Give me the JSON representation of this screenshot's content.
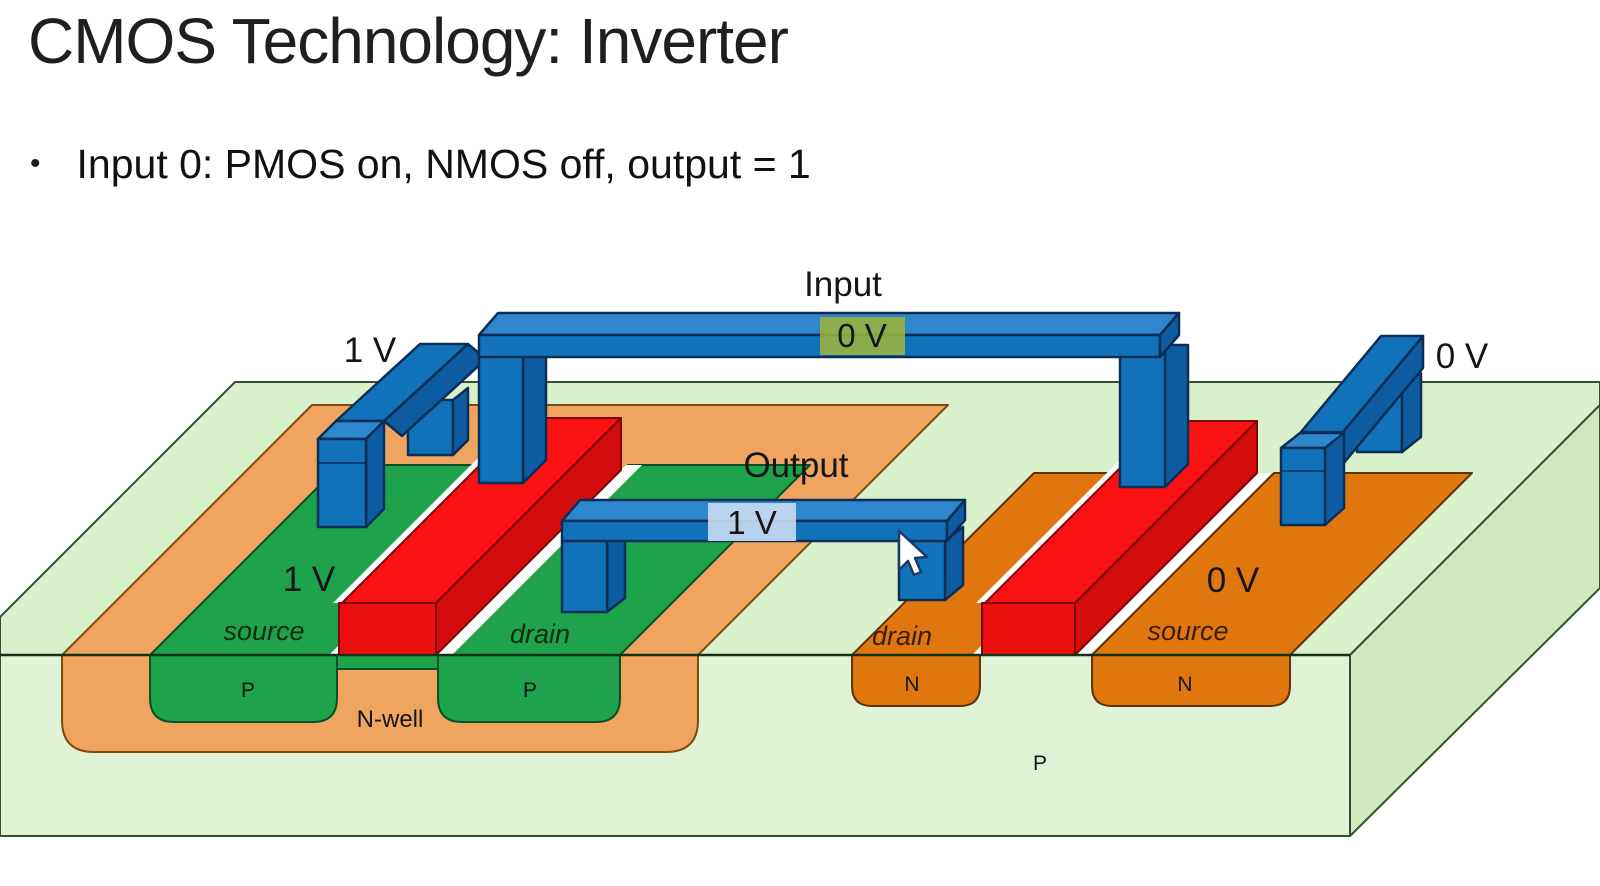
{
  "slide": {
    "title": "CMOS Technology: Inverter",
    "bullet_marker": "•",
    "bullet": "Input 0: PMOS on, NMOS off, output = 1"
  },
  "diagram": {
    "labels": {
      "input": "Input",
      "input_value": "0 V",
      "output": "Output",
      "output_value": "1 V",
      "vdd": "1 V",
      "gnd": "0 V",
      "pmos_source_v": "1 V",
      "pmos_source": "source",
      "pmos_drain": "drain",
      "pmos_p_source": "P",
      "pmos_p_drain": "P",
      "nwell": "N-well",
      "nmos_drain": "drain",
      "nmos_source": "source",
      "nmos_source_v": "0 V",
      "nmos_n_drain": "N",
      "nmos_n_source": "N",
      "substrate": "P"
    },
    "colors": {
      "substrate_top": "#d9f1cb",
      "substrate_front": "#dff4d6",
      "substrate_side": "#cfeabf",
      "nwell": "#efa55f",
      "p_diff": "#1ea24c",
      "n_diff": "#e0760e",
      "gate_top": "#fa1212",
      "gate_front": "#ec0f0f",
      "gate_side": "#d30c0c",
      "metal_top": "#2e86cd",
      "metal_front": "#1172ba",
      "metal_side": "#0d5ca2",
      "input_highlight": "#9cb43c",
      "output_highlight": "#cadcf2"
    }
  }
}
